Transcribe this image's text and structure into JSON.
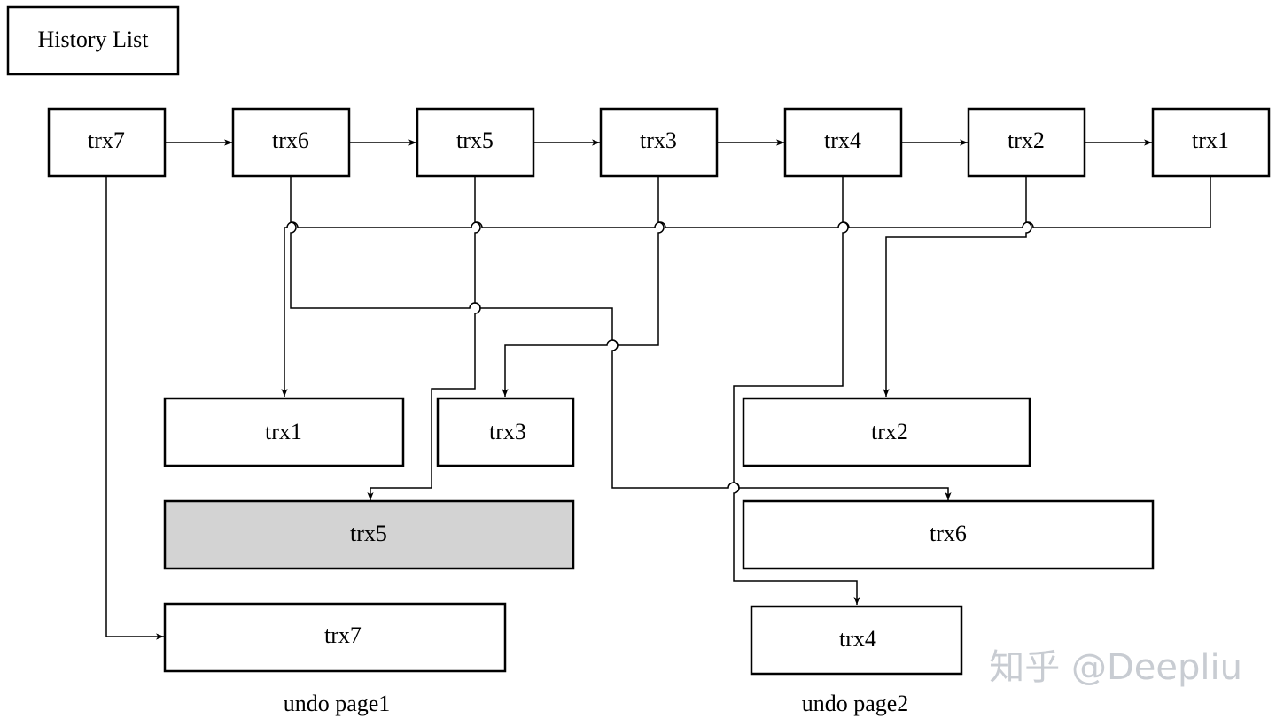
{
  "title": "History List",
  "history_list": {
    "nodes": [
      "trx7",
      "trx6",
      "trx5",
      "trx3",
      "trx4",
      "trx2",
      "trx1"
    ]
  },
  "undo_page1": {
    "label": "undo page1",
    "records": [
      "trx1",
      "trx3",
      "trx5",
      "trx7"
    ]
  },
  "undo_page2": {
    "label": "undo page2",
    "records": [
      "trx2",
      "trx6",
      "trx4"
    ]
  },
  "colors": {
    "highlight_fill": "#d3d3d3",
    "watermark": "#c8ccd2"
  },
  "watermark": "知乎 @Deepliu"
}
